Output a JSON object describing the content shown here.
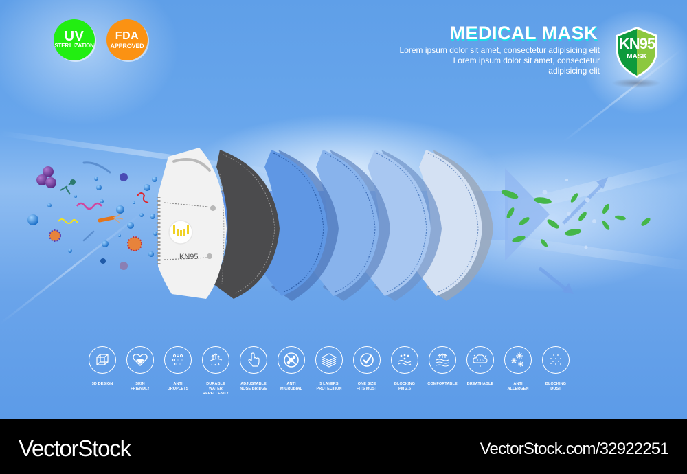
{
  "badges": {
    "uv": {
      "big": "UV",
      "small": "STERILIZATION",
      "color": "#22ee11"
    },
    "fda": {
      "big": "FDA",
      "small": "APPROVED",
      "color": "#fb9213"
    }
  },
  "header": {
    "title": "MEDICAL MASK",
    "desc_lines": [
      "Lorem ipsum dolor sit amet, consectetur adipisicing elit",
      "Lorem ipsum dolor sit amet, consectetur",
      "adipisicing elit"
    ]
  },
  "shield": {
    "top": "KN95",
    "bottom": "MASK",
    "color_left": "#0d9a3c",
    "color_right": "#8cc83f"
  },
  "mask": {
    "label": "KN95",
    "layers": [
      {
        "name": "outer-white",
        "color": "#f2f2f2"
      },
      {
        "name": "activated-carbon",
        "color": "#4b4b4d"
      },
      {
        "name": "blue-layer-1",
        "color": "#5f97e4"
      },
      {
        "name": "blue-layer-2",
        "color": "#88b3ec"
      },
      {
        "name": "blue-layer-3",
        "color": "#a8c7f1"
      },
      {
        "name": "inner-light",
        "color": "#d4e1f3"
      }
    ]
  },
  "features": [
    {
      "icon": "cube-icon",
      "label": "3D DESIGN"
    },
    {
      "icon": "heart-icon",
      "label": "SKIN\nFRIENDLY"
    },
    {
      "icon": "droplets-icon",
      "label": "ANTI\nDROPLETS"
    },
    {
      "icon": "water-repel-icon",
      "label": "DURABLE\nWATER\nREPELLENCY"
    },
    {
      "icon": "hand-pinch-icon",
      "label": "ADJUSTABLE\nNOSE BRIDGE"
    },
    {
      "icon": "no-microbe-icon",
      "label": "ANTI\nMICROBIAL"
    },
    {
      "icon": "layers-icon",
      "label": "5 LAYERS\nPROTECTION"
    },
    {
      "icon": "checkmark-icon",
      "label": "ONE SIZE\nFITS MOST"
    },
    {
      "icon": "pm25-icon",
      "label": "BLOCKING\nPM 2.5"
    },
    {
      "icon": "waves-arrows-icon",
      "label": "COMFORTABLE"
    },
    {
      "icon": "co2-cloud-icon",
      "label": "BREATHABLE"
    },
    {
      "icon": "snowflake-icon",
      "label": "ANTI\nALLERGEN"
    },
    {
      "icon": "dust-dots-icon",
      "label": "BLOCKING\nDUST"
    }
  ],
  "footer": {
    "brand": "VectorStock",
    "url": "VectorStock.com/32922251"
  }
}
